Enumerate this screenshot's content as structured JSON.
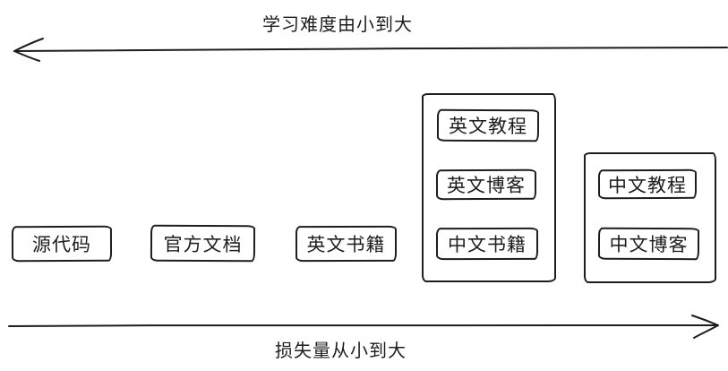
{
  "axes": {
    "top": {
      "label": "学习难度由小到大",
      "direction": "left"
    },
    "bottom": {
      "label": "损失量从小到大",
      "direction": "right"
    }
  },
  "nodes": [
    {
      "id": "source-code",
      "label": "源代码"
    },
    {
      "id": "official-docs",
      "label": "官方文档"
    },
    {
      "id": "english-books",
      "label": "英文书籍"
    }
  ],
  "groups": [
    {
      "id": "group-mixed",
      "items": [
        {
          "id": "english-tutorials",
          "label": "英文教程"
        },
        {
          "id": "english-blogs",
          "label": "英文博客"
        },
        {
          "id": "chinese-books",
          "label": "中文书籍"
        }
      ]
    },
    {
      "id": "group-chinese",
      "items": [
        {
          "id": "chinese-tutorials",
          "label": "中文教程"
        },
        {
          "id": "chinese-blogs",
          "label": "中文博客"
        }
      ]
    }
  ],
  "colors": {
    "stroke": "#1d1d1d",
    "background": "#ffffff"
  }
}
